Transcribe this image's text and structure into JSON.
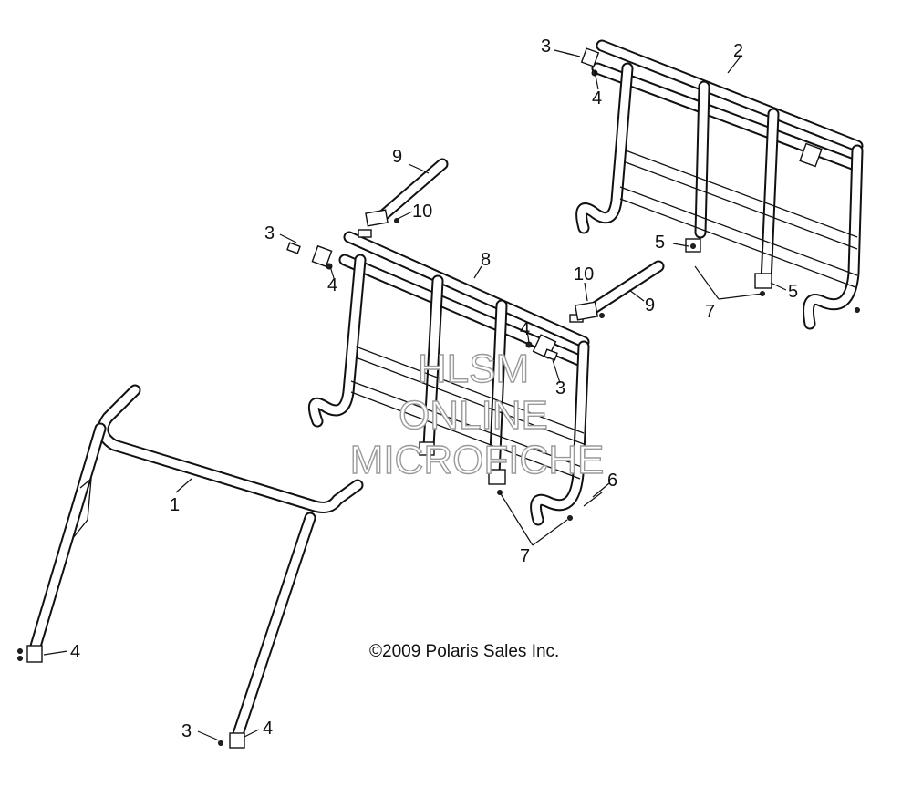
{
  "callouts": {
    "c1": "1",
    "c2": "2",
    "c3a": "3",
    "c4a": "4",
    "c9a": "9",
    "c10a": "10",
    "c3b": "3",
    "c4b": "4",
    "c8": "8",
    "c10b": "10",
    "c9b": "9",
    "c5a": "5",
    "c5b": "5",
    "c7a": "7",
    "c4c": "4",
    "c3c": "3",
    "c6": "6",
    "c7b": "7",
    "c4d": "4",
    "c3d": "3",
    "c4e": "4"
  },
  "copyright": "©2009 Polaris Sales Inc.",
  "watermark": {
    "line1": "HLSM",
    "line2": "ONLINE",
    "line3": "MICROFICHE"
  }
}
